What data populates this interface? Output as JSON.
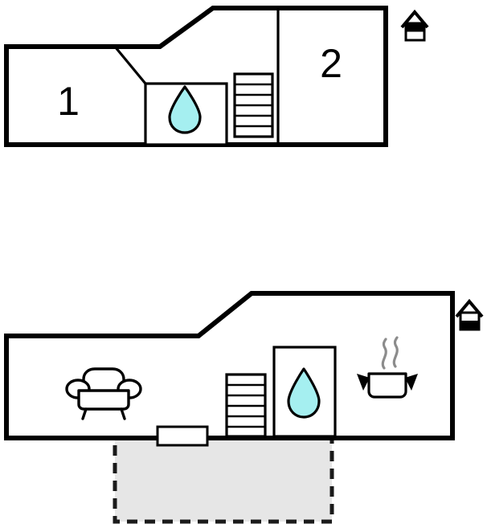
{
  "diagram": {
    "title": "Two-level holiday house floor plan",
    "type": "floor-plan",
    "background_color": "#ffffff",
    "wall_color": "#000000",
    "water_color": "#A5EFF0",
    "terrace_fill": "#E6E6E6",
    "steam_color": "#8C8C8C"
  },
  "levels": [
    {
      "id": "upper",
      "number_label": "",
      "rooms": [
        {
          "id": "upper-room-1",
          "label": "1",
          "name": "bedroom-1"
        },
        {
          "id": "upper-room-2",
          "label": "2",
          "name": "bedroom-2"
        }
      ],
      "fixtures": [
        {
          "id": "upper-bathroom",
          "icon": "water-drop-icon",
          "label": ""
        },
        {
          "id": "upper-staircase",
          "icon": "staircase-icon",
          "label": "",
          "steps": 6
        }
      ],
      "markers": [
        {
          "id": "upper-house-marker",
          "icon": "house-icon",
          "label": "",
          "variant": "dark-top"
        }
      ]
    },
    {
      "id": "lower",
      "number_label": "",
      "rooms": [
        {
          "id": "lower-living",
          "label": "",
          "name": "living-room"
        }
      ],
      "fixtures": [
        {
          "id": "lower-sofa",
          "icon": "sofa-icon",
          "label": ""
        },
        {
          "id": "lower-staircase",
          "icon": "staircase-icon",
          "label": "",
          "steps": 6
        },
        {
          "id": "lower-bathroom",
          "icon": "water-drop-icon",
          "label": ""
        },
        {
          "id": "lower-kitchen",
          "icon": "cooking-pot-icon",
          "label": ""
        },
        {
          "id": "lower-entrance-door",
          "icon": "door-icon",
          "label": ""
        },
        {
          "id": "lower-terrace",
          "icon": "terrace-area",
          "label": ""
        }
      ],
      "markers": [
        {
          "id": "lower-house-marker",
          "icon": "house-icon",
          "label": "",
          "variant": "dark-bottom"
        }
      ]
    }
  ]
}
